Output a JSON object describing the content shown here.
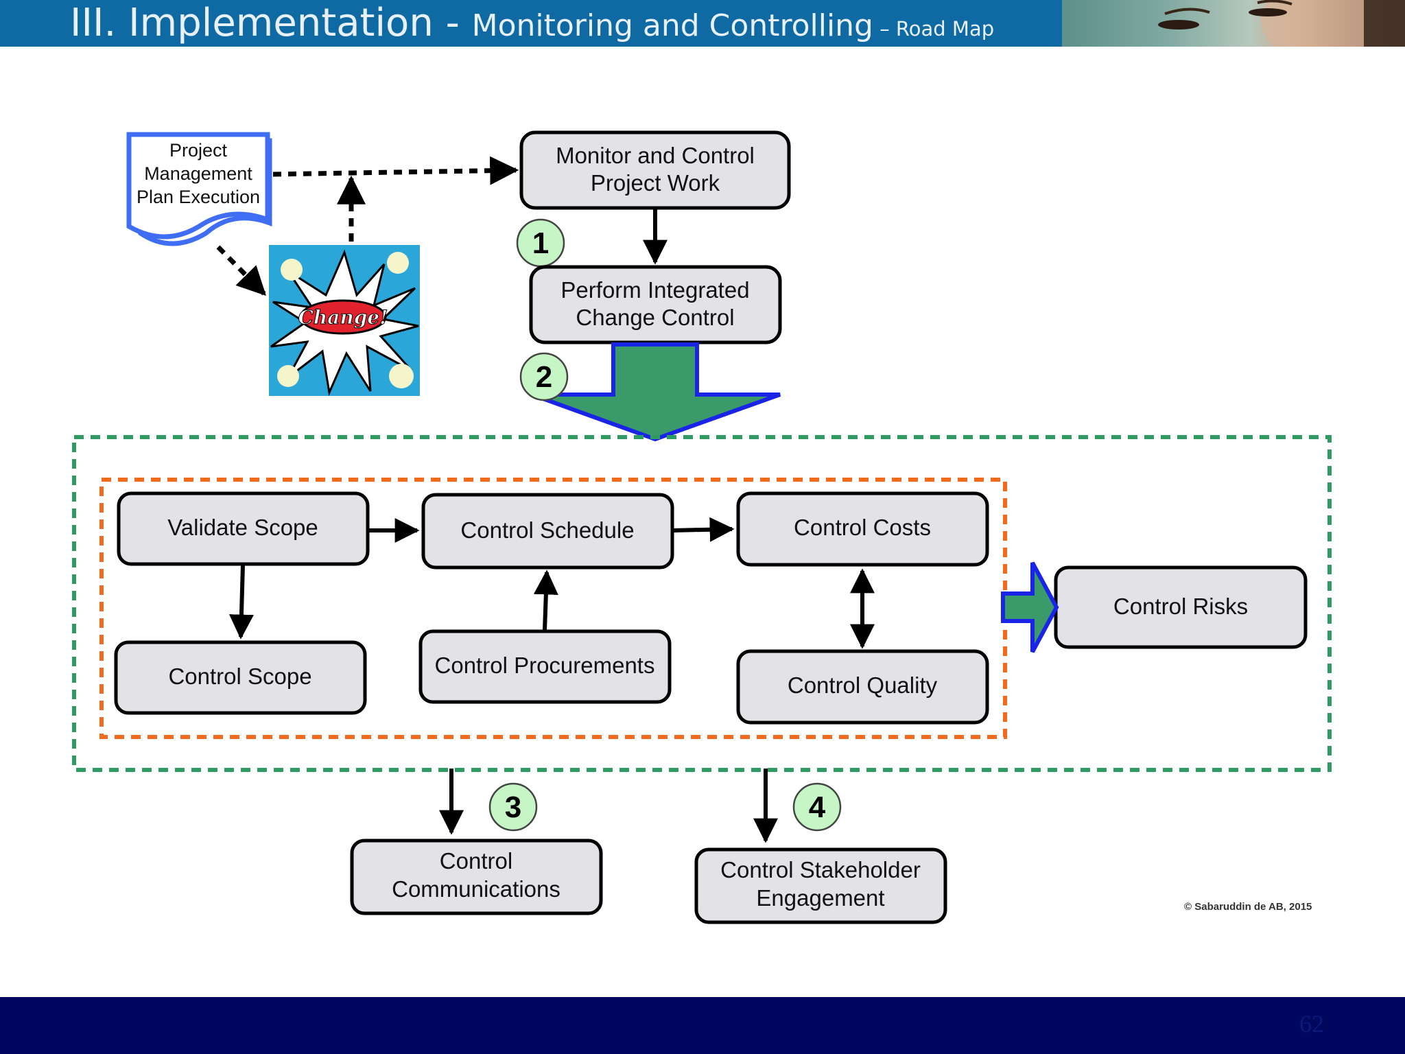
{
  "header": {
    "title_main": "III. Implementation - ",
    "title_sub": "Monitoring and Controlling",
    "title_small": " – Road Map"
  },
  "diagram": {
    "plan_doc": [
      "Project",
      "Management",
      "Plan Execution"
    ],
    "change_label": "Change!",
    "monitor": [
      "Monitor and Control",
      "Project Work"
    ],
    "integrated": [
      "Perform Integrated",
      "Change Control"
    ],
    "validate_scope": "Validate Scope",
    "control_schedule": "Control Schedule",
    "control_costs": "Control Costs",
    "control_scope": "Control Scope",
    "control_procurements": "Control Procurements",
    "control_quality": "Control Quality",
    "control_risks": "Control Risks",
    "control_communications": [
      "Control",
      "Communications"
    ],
    "control_stakeholder": [
      "Control Stakeholder",
      "Engagement"
    ],
    "badges": [
      "1",
      "2",
      "3",
      "4"
    ],
    "colors": {
      "box_fill": "#e3e2e6",
      "badge_fill": "#c6f5c6",
      "green_dash": "#2e9c62",
      "orange_dash": "#f26a1b",
      "green_arrow": "#3a9a6a",
      "blue_outline": "#1a24e6",
      "doc_blue": "#3f6ef5"
    }
  },
  "copyright": "© Sabaruddin de AB, 2015",
  "footer": {
    "page_number": "62"
  }
}
